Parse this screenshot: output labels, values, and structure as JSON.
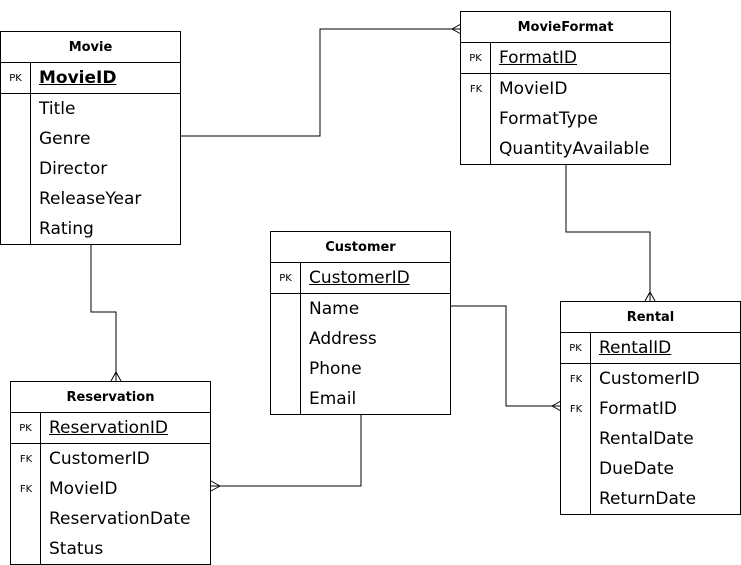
{
  "entities": {
    "movie": {
      "name": "Movie",
      "pk": {
        "key": "PK",
        "attr": "MovieID"
      },
      "attributes": [
        {
          "key": "",
          "name": "Title"
        },
        {
          "key": "",
          "name": "Genre"
        },
        {
          "key": "",
          "name": "Director"
        },
        {
          "key": "",
          "name": "ReleaseYear"
        },
        {
          "key": "",
          "name": "Rating"
        }
      ]
    },
    "movieformat": {
      "name": "MovieFormat",
      "pk": {
        "key": "PK",
        "attr": "FormatID "
      },
      "attributes": [
        {
          "key": "FK",
          "name": "MovieID"
        },
        {
          "key": "",
          "name": "FormatType"
        },
        {
          "key": "",
          "name": "QuantityAvailable"
        }
      ]
    },
    "customer": {
      "name": "Customer",
      "pk": {
        "key": "PK",
        "attr": "CustomerID "
      },
      "attributes": [
        {
          "key": "",
          "name": "Name"
        },
        {
          "key": "",
          "name": "Address"
        },
        {
          "key": "",
          "name": "Phone"
        },
        {
          "key": "",
          "name": "Email"
        }
      ]
    },
    "rental": {
      "name": "Rental",
      "pk": {
        "key": "PK",
        "attr": "RentalID "
      },
      "attributes": [
        {
          "key": "FK",
          "name": "CustomerID"
        },
        {
          "key": "FK",
          "name": "FormatID"
        },
        {
          "key": "",
          "name": "RentalDate"
        },
        {
          "key": "",
          "name": "DueDate"
        },
        {
          "key": "",
          "name": "ReturnDate"
        }
      ]
    },
    "reservation": {
      "name": "Reservation",
      "pk": {
        "key": "PK",
        "attr": "ReservationID "
      },
      "attributes": [
        {
          "key": "FK",
          "name": "CustomerID"
        },
        {
          "key": "FK",
          "name": "MovieID"
        },
        {
          "key": "",
          "name": "ReservationDate"
        },
        {
          "key": "",
          "name": "Status"
        }
      ]
    }
  },
  "relationships": [
    {
      "from": "movie",
      "to": "movieformat",
      "to_end": "many"
    },
    {
      "from": "movie",
      "to": "reservation",
      "to_end": "many"
    },
    {
      "from": "movieformat",
      "to": "rental",
      "to_end": "many"
    },
    {
      "from": "customer",
      "to": "rental",
      "to_end": "many"
    },
    {
      "from": "customer",
      "to": "reservation",
      "to_end": "many"
    }
  ]
}
